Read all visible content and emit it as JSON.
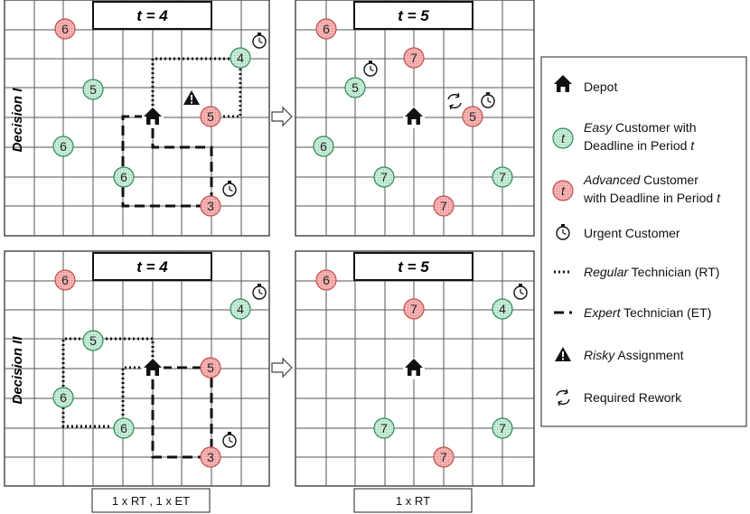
{
  "colors": {
    "easy_fill": "#c8ecd8",
    "easy_stroke": "#2f8a57",
    "adv_fill": "#f5b3b3",
    "adv_stroke": "#c0504d"
  },
  "row_labels": [
    "Decision I",
    "Decision II"
  ],
  "panels": [
    {
      "title": "t = 4",
      "depot": true,
      "customers": [
        {
          "type": "adv",
          "label": "6"
        },
        {
          "type": "easy",
          "label": "4",
          "urgent": true
        },
        {
          "type": "easy",
          "label": "5"
        },
        {
          "type": "adv",
          "label": "5",
          "risky": true
        },
        {
          "type": "easy",
          "label": "6"
        },
        {
          "type": "easy",
          "label": "6"
        },
        {
          "type": "adv",
          "label": "3",
          "urgent": true
        }
      ]
    },
    {
      "title": "t = 5",
      "depot": true,
      "customers": [
        {
          "type": "adv",
          "label": "6"
        },
        {
          "type": "adv",
          "label": "7"
        },
        {
          "type": "easy",
          "label": "5",
          "urgent": true
        },
        {
          "type": "adv",
          "label": "5",
          "urgent": true,
          "rework": true
        },
        {
          "type": "easy",
          "label": "6"
        },
        {
          "type": "easy",
          "label": "7"
        },
        {
          "type": "easy",
          "label": "7"
        },
        {
          "type": "adv",
          "label": "7"
        }
      ]
    },
    {
      "title": "t = 4",
      "depot": true,
      "customers": [
        {
          "type": "adv",
          "label": "6"
        },
        {
          "type": "easy",
          "label": "4",
          "urgent": true
        },
        {
          "type": "easy",
          "label": "5"
        },
        {
          "type": "adv",
          "label": "5"
        },
        {
          "type": "easy",
          "label": "6"
        },
        {
          "type": "easy",
          "label": "6"
        },
        {
          "type": "adv",
          "label": "3",
          "urgent": true
        }
      ]
    },
    {
      "title": "t = 5",
      "depot": true,
      "customers": [
        {
          "type": "adv",
          "label": "6"
        },
        {
          "type": "adv",
          "label": "7"
        },
        {
          "type": "easy",
          "label": "4",
          "urgent": true
        },
        {
          "type": "easy",
          "label": "7"
        },
        {
          "type": "easy",
          "label": "7"
        },
        {
          "type": "adv",
          "label": "7"
        }
      ]
    }
  ],
  "captions": [
    "1 x RT , 1 x ET",
    "1 x RT"
  ],
  "legend": [
    {
      "icon": "depot",
      "parts": [
        {
          "t": "Depot",
          "i": false
        }
      ]
    },
    {
      "icon": "easy",
      "parts": [
        {
          "t": "Easy",
          "i": true
        },
        {
          "t": " Customer with",
          "i": false
        }
      ],
      "line2": [
        {
          "t": "Deadline in Period ",
          "i": false
        },
        {
          "t": "t",
          "i": true
        }
      ]
    },
    {
      "icon": "adv",
      "parts": [
        {
          "t": "Advanced",
          "i": true
        },
        {
          "t": " Customer",
          "i": false
        }
      ],
      "line2": [
        {
          "t": "with Deadline in Period ",
          "i": false
        },
        {
          "t": "t",
          "i": true
        }
      ]
    },
    {
      "icon": "urgent",
      "parts": [
        {
          "t": "Urgent Customer",
          "i": false
        }
      ]
    },
    {
      "icon": "rt",
      "parts": [
        {
          "t": "Regular",
          "i": true
        },
        {
          "t": " Technician (RT)",
          "i": false
        }
      ]
    },
    {
      "icon": "et",
      "parts": [
        {
          "t": "Expert",
          "i": true
        },
        {
          "t": " Technician (ET)",
          "i": false
        }
      ]
    },
    {
      "icon": "risky",
      "parts": [
        {
          "t": "Risky",
          "i": true
        },
        {
          "t": " Assignment",
          "i": false
        }
      ]
    },
    {
      "icon": "rework",
      "parts": [
        {
          "t": "Required Rework",
          "i": false
        }
      ]
    }
  ],
  "legend_symbol_label": "t"
}
